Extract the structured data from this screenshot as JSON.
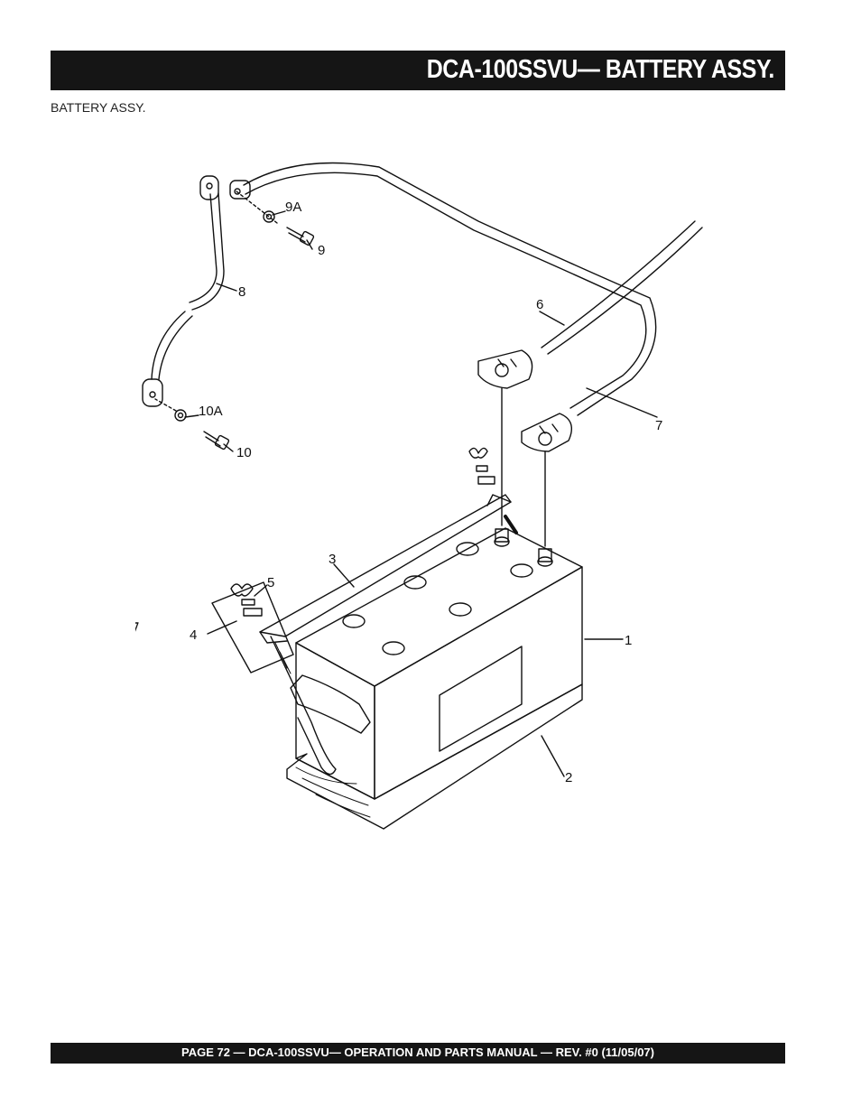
{
  "header": {
    "title": "DCA-100SSVU— BATTERY ASSY."
  },
  "section_label": "BATTERY ASSY.",
  "callouts": {
    "c1": "1",
    "c2": "2",
    "c3": "3",
    "c4": "4",
    "c5": "5",
    "c6": "6",
    "c7": "7",
    "c8": "8",
    "c9": "9",
    "c9a": "9A",
    "c10": "10",
    "c10a": "10A"
  },
  "footer": {
    "text": "PAGE 72 — DCA-100SSVU—  OPERATION AND PARTS  MANUAL — REV. #0  (11/05/07)"
  }
}
